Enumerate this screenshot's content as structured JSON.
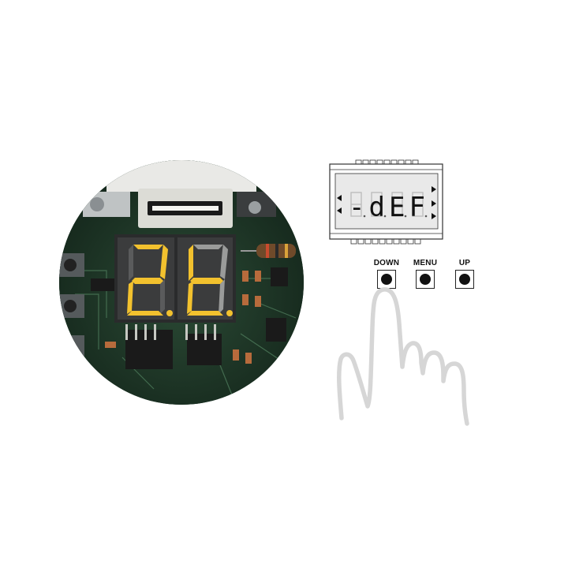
{
  "pcb_display": {
    "digits": [
      "2.",
      "t."
    ],
    "segment_color": "#f2c12e"
  },
  "lcd": {
    "reading": "-dEF"
  },
  "buttons": [
    {
      "label": "DOWN"
    },
    {
      "label": "MENU"
    },
    {
      "label": "UP"
    }
  ],
  "colors": {
    "board_green": "#1d3a2a",
    "lcd_background": "#e9e9e9",
    "hand_outline": "#d6d6d6"
  }
}
